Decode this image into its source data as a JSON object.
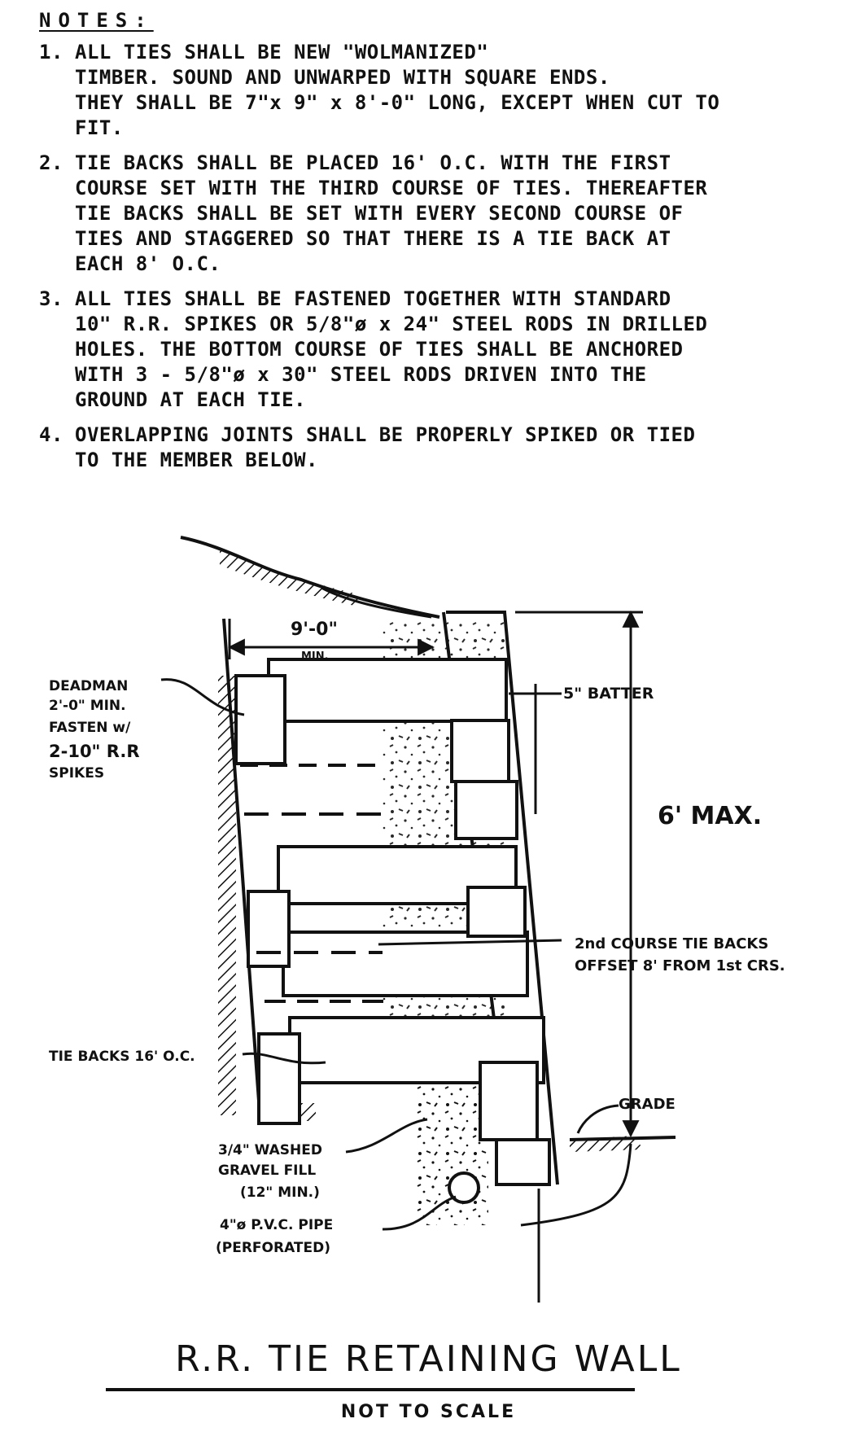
{
  "notes": {
    "heading": "NOTES:",
    "items": [
      {
        "num": "1.",
        "text": "ALL TIES SHALL BE NEW \"WOLMANIZED\"\n            TIMBER. SOUND AND UNWARPED WITH SQUARE ENDS.\nTHEY SHALL BE 7\"x 9\" x 8'-0\" LONG, EXCEPT WHEN CUT TO\nFIT."
      },
      {
        "num": "2.",
        "text": "TIE BACKS SHALL BE PLACED 16' O.C. WITH THE FIRST\nCOURSE SET WITH THE THIRD COURSE OF TIES.  THEREAFTER\nTIE BACKS SHALL BE SET WITH EVERY SECOND COURSE OF\nTIES AND STAGGERED SO THAT THERE IS A TIE BACK AT\nEACH 8' O.C."
      },
      {
        "num": "3.",
        "text": "ALL TIES SHALL BE FASTENED TOGETHER WITH STANDARD\n10\" R.R. SPIKES OR 5/8\"ø x 24\" STEEL RODS IN DRILLED\nHOLES.  THE BOTTOM COURSE OF TIES SHALL BE ANCHORED\nWITH 3 - 5/8\"ø x 30\" STEEL RODS DRIVEN INTO THE\nGROUND AT EACH TIE."
      },
      {
        "num": "4.",
        "text": "OVERLAPPING JOINTS SHALL BE PROPERLY SPIKED OR TIED\nTO THE MEMBER BELOW."
      }
    ]
  },
  "labels": {
    "deadman_dim": "9'-0\"",
    "deadman_dim_sub": "MIN.",
    "deadman_1": "DEADMAN",
    "deadman_2": "2'-0\" MIN.",
    "deadman_3": "FASTEN w/",
    "deadman_4": "2-10\" R.R",
    "deadman_5": "SPIKES",
    "batter": "5\" BATTER",
    "max_height": "6' MAX.",
    "course_1": "2nd COURSE TIE BACKS",
    "course_2": "OFFSET 8' FROM 1st CRS.",
    "tiebacks": "TIE BACKS 16' O.C.",
    "grade": "GRADE",
    "gravel_1": "3/4\" WASHED",
    "gravel_2": "GRAVEL FILL",
    "gravel_3": "(12\" MIN.)",
    "pipe_1": "4\"ø P.V.C. PIPE",
    "pipe_2": "(PERFORATED)"
  },
  "title": "R.R. TIE RETAINING WALL",
  "subtitle": "NOT TO SCALE"
}
